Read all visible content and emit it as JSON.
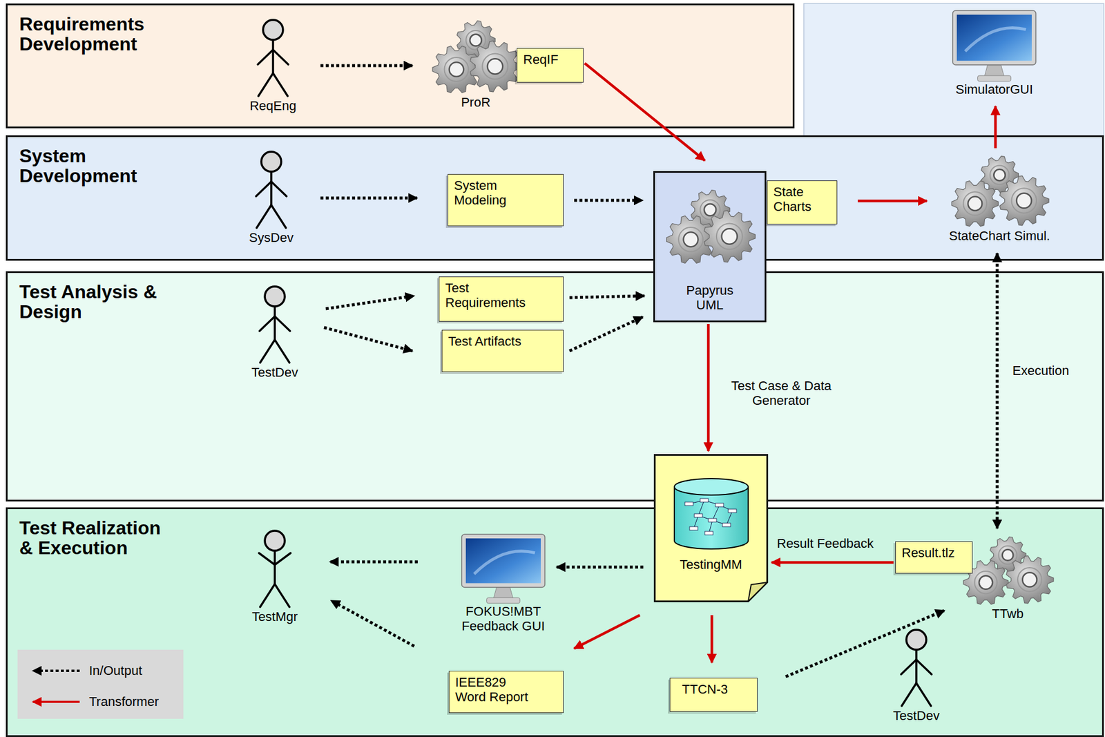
{
  "diagram": {
    "nodes": [
      {
        "text": [
          "Requirements Development"
        ]
      },
      {
        "text": [
          "System Development"
        ]
      },
      {
        "text": [
          "Test Analysis & Design"
        ]
      },
      {
        "text": [
          "Test Realization & Execution"
        ]
      },
      {
        "text": [
          "ReqEng"
        ],
        "in": 0
      },
      {
        "text": [
          "ProR"
        ],
        "in": 0
      },
      {
        "text": [
          "ReqIF"
        ],
        "in": 0
      },
      {
        "text": [
          "SysDev"
        ],
        "in": 1
      },
      {
        "text": [
          "System Modeling"
        ],
        "in": 1
      },
      {
        "text": [
          "Papyrus UML"
        ]
      },
      {
        "text": [
          "State Charts"
        ],
        "in": 1
      },
      {
        "text": [
          "StateChart Simul."
        ],
        "in": 1
      },
      {
        "text": [
          "SimulatorGUI"
        ]
      },
      {
        "text": [
          "TestDev"
        ],
        "in": 2
      },
      {
        "text": [
          "Test Requirements"
        ],
        "in": 2
      },
      {
        "text": [
          "Test Artifacts"
        ],
        "in": 2
      },
      {
        "text": [
          "TestingMM"
        ]
      },
      {
        "text": [
          "FOKUS!MBT Feedback GUI"
        ],
        "in": 3
      },
      {
        "text": [
          "TestMgr"
        ],
        "in": 3
      },
      {
        "text": [
          "IEEE829 Word Report"
        ],
        "in": 3
      },
      {
        "text": [
          "TTCN-3"
        ],
        "in": 3
      },
      {
        "text": [
          "TestDev"
        ],
        "in": 3
      },
      {
        "text": [
          "Result.tlz"
        ],
        "in": 3
      },
      {
        "text": [
          "TTwb"
        ],
        "in": 3
      }
    ],
    "edges": [
      {
        "from": 4,
        "to": 5,
        "arrow": "to"
      },
      {
        "from": 6,
        "to": 9,
        "arrow": "to"
      },
      {
        "from": 7,
        "to": 8,
        "arrow": "to"
      },
      {
        "from": 8,
        "to": 9,
        "arrow": "to"
      },
      {
        "from": 10,
        "to": 11,
        "arrow": "to"
      },
      {
        "from": 11,
        "to": 12,
        "arrow": "to"
      },
      {
        "from": 13,
        "to": 14,
        "arrow": "to"
      },
      {
        "from": 13,
        "to": 15,
        "arrow": "to"
      },
      {
        "from": 14,
        "to": 9,
        "arrow": "to"
      },
      {
        "from": 15,
        "to": 9,
        "arrow": "to"
      },
      {
        "from": 9,
        "to": 16,
        "label": "Test Case & Data Generator",
        "arrow": "to"
      },
      {
        "from": 11,
        "to": 23,
        "label": "Execution",
        "arrow": "both"
      },
      {
        "from": 22,
        "to": 16,
        "label": "Result Feedback",
        "arrow": "to"
      },
      {
        "from": 16,
        "to": 17,
        "arrow": "to"
      },
      {
        "from": 17,
        "to": 18,
        "arrow": "to"
      },
      {
        "from": 19,
        "to": 18,
        "arrow": "to"
      },
      {
        "from": 16,
        "to": 19,
        "arrow": "to"
      },
      {
        "from": 16,
        "to": 20,
        "arrow": "to"
      },
      {
        "from": 20,
        "to": 23,
        "arrow": "to"
      }
    ],
    "legend": [
      {
        "text": "In/Output"
      },
      {
        "text": "Transformer"
      }
    ]
  }
}
